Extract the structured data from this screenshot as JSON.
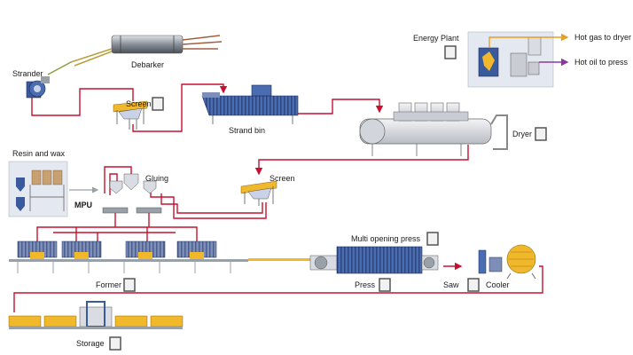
{
  "title": "OSB production line process flow",
  "labels": {
    "strander": "Strander",
    "debarker": "Debarker",
    "screen1": "Screen",
    "strand_bin": "Strand bin",
    "energy_plant": "Energy Plant",
    "hot_gas": "Hot gas to dryer",
    "hot_oil": "Hot oil to press",
    "dryer": "Dryer",
    "resin_wax": "Resin and wax",
    "mpu": "MPU",
    "gluing": "Gluing",
    "screen2": "Screen",
    "multi_press": "Multi opening press",
    "former": "Former",
    "press": "Press",
    "saw": "Saw",
    "cooler": "Cooler",
    "storage": "Storage"
  },
  "colors": {
    "flow_line": "#c8102e",
    "machine_blue": "#3a5a9e",
    "machine_grey": "#9aa0a8",
    "board_yellow": "#f0b82a",
    "hot_gas_arrow": "#e8a020",
    "hot_oil_arrow": "#8a3a9e",
    "label_box": "#555555"
  }
}
